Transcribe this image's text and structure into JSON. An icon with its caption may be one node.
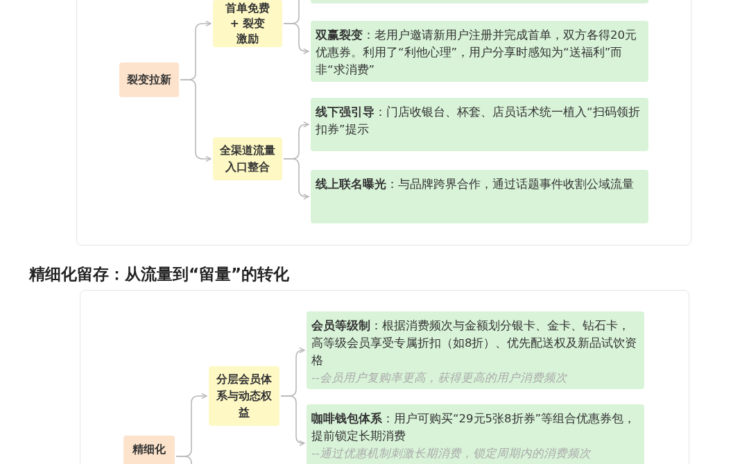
{
  "diagram": {
    "nodes": [
      {
        "text": [
          "裂变拉新"
        ]
      },
      {
        "text": [
          "首单免费 + 裂变激励"
        ]
      },
      {
        "text": [],
        "shape": "box"
      },
      {
        "text": [
          "**双赢裂变**：老用户邀请新用户注册并完成首单，双方各得20元优惠券。利用了“利他心理”，用户分享时感知为“送福利”而非“求消费”"
        ]
      },
      {
        "text": [
          "全渠道流量入口整合"
        ]
      },
      {
        "text": [
          "**线下强引导**：门店收银台、杯套、店员话术统一植入“扫码领折扣券”提示"
        ]
      },
      {
        "text": [
          "**线上联名曝光**：与品牌跨界合作，通过话题事件收割公域流量"
        ]
      },
      {
        "text": [
          "精细化"
        ]
      },
      {
        "text": [
          "分层会员体系与动态权益"
        ]
      },
      {
        "text": [
          "**会员等级制**：根据消费频次与金额划分银卡、金卡、钻石卡，高等级会员享受专属折扣（如8折）、优先配送权及新品试饮资格",
          "--会员用户复购率更高，获得更高的用户消费频次"
        ]
      },
      {
        "text": [
          "**咖啡钱包体系**：用户可购买“29元5张8折券”等组合优惠券包，提前锁定长期消费",
          "--通过优惠机制刺激长期消费，锁定周期内的消费频次"
        ]
      }
    ],
    "edges": [
      {
        "from": 0,
        "to": 1,
        "arrow": "to"
      },
      {
        "from": 0,
        "to": 4,
        "arrow": "to"
      },
      {
        "from": 1,
        "to": 2,
        "arrow": "to"
      },
      {
        "from": 1,
        "to": 3,
        "arrow": "to"
      },
      {
        "from": 4,
        "to": 5,
        "arrow": "to"
      },
      {
        "from": 4,
        "to": 6,
        "arrow": "to"
      },
      {
        "from": 7,
        "to": 8,
        "arrow": "to"
      },
      {
        "from": 8,
        "to": 9,
        "arrow": "to"
      },
      {
        "from": 8,
        "to": 10,
        "arrow": "to"
      }
    ],
    "labels": [
      "精细化留存：从流量到“留量”的转化"
    ]
  }
}
